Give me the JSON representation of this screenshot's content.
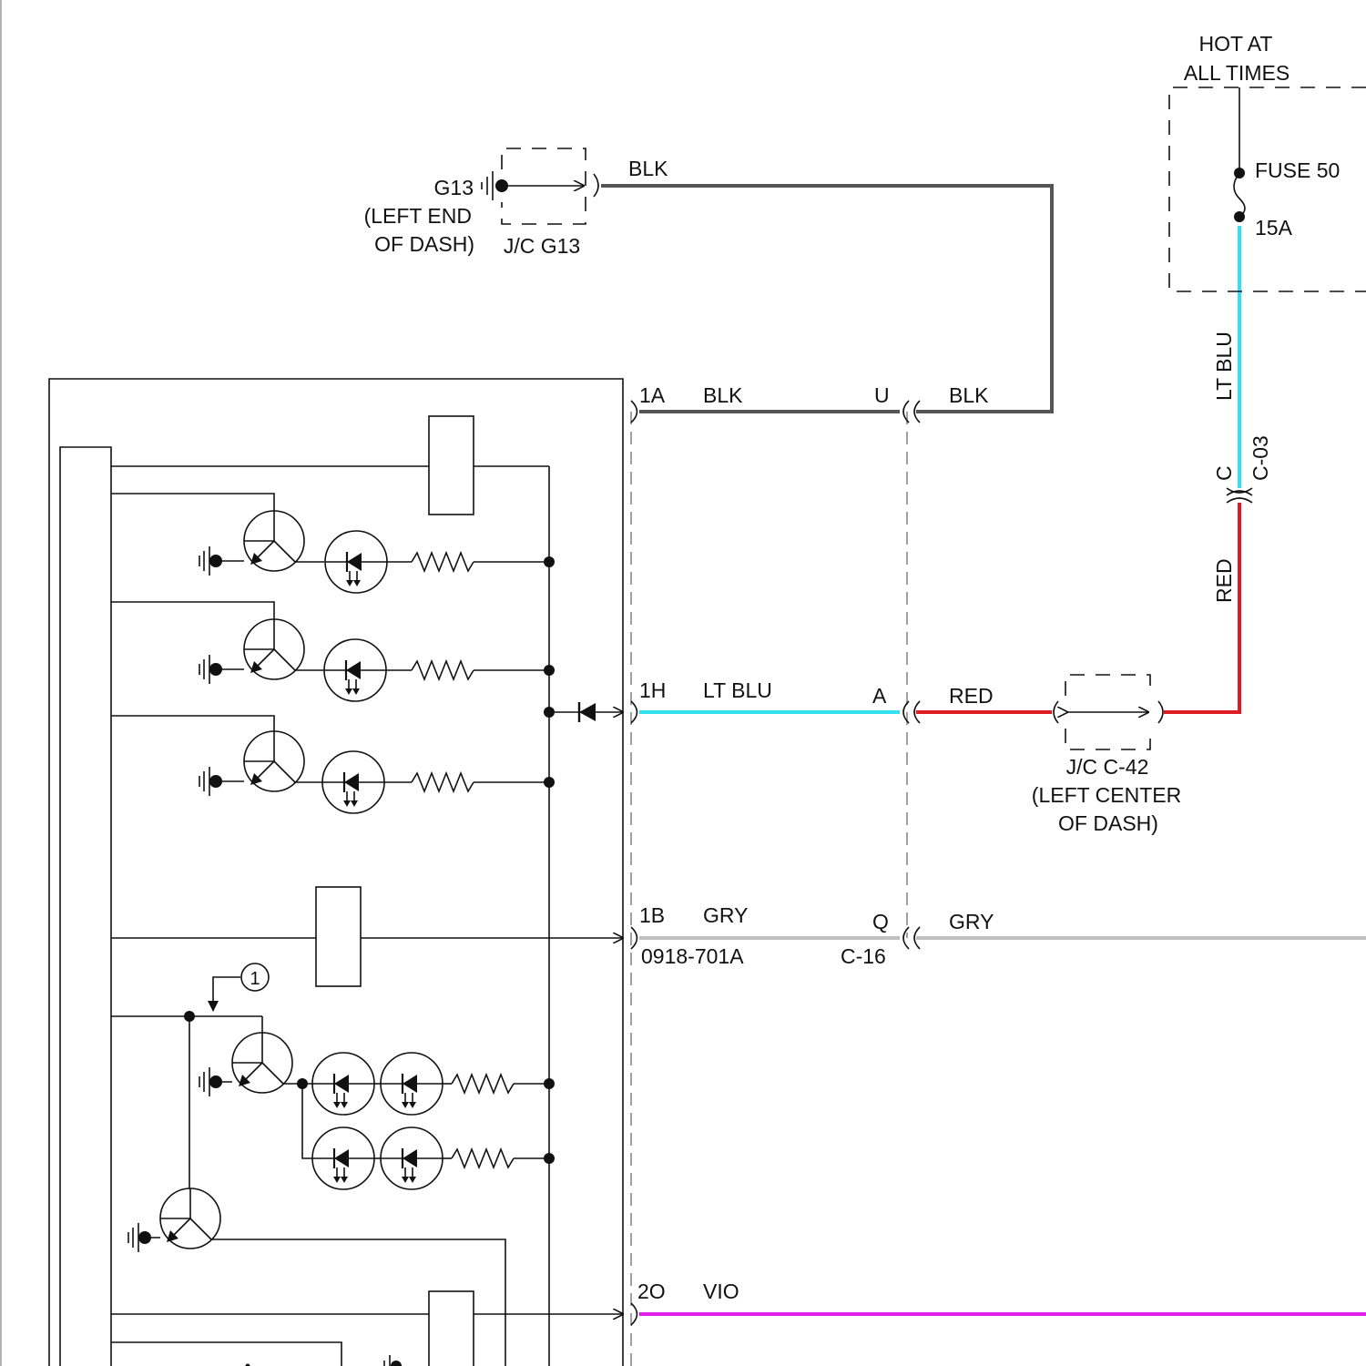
{
  "colors": {
    "blk": "#555555",
    "lt_blu": "#33e0f0",
    "red": "#e01b24",
    "gry": "#c0c0c0",
    "vio": "#e020e8",
    "line": "#111111"
  },
  "labels": {
    "hot_line1": "HOT AT",
    "hot_line2": "ALL TIMES",
    "fuse_name": "FUSE 50",
    "fuse_rating": "15A",
    "g13": "G13",
    "g13_loc1": "(LEFT END",
    "g13_loc2": "OF DASH)",
    "jc_g13": "J/C G13",
    "blk_top": "BLK",
    "pin_1a": "1A",
    "blk_1a": "BLK",
    "pin_u": "U",
    "blk_right": "BLK",
    "lt_blu_vert": "LT BLU",
    "pin_c": "C",
    "conn_c03": "C-03",
    "red_vert": "RED",
    "pin_1h": "1H",
    "lt_blu_1h": "LT BLU",
    "pin_a": "A",
    "red_a": "RED",
    "jc_c42": "J/C C-42",
    "jc_c42_loc1": "(LEFT CENTER",
    "jc_c42_loc2": "OF DASH)",
    "pin_1b": "1B",
    "gry_1b": "GRY",
    "pin_q": "Q",
    "gry_right": "GRY",
    "part_no": "0918-701A",
    "conn_c16": "C-16",
    "callout_1": "1",
    "pin_2o": "2O",
    "vio_2o": "VIO"
  },
  "icons": {
    "fuse": "fuse-icon",
    "ground": "ground-icon",
    "transistor": "transistor-icon",
    "led": "led-icon",
    "resistor": "resistor-icon",
    "diode": "diode-icon",
    "connector": "connector-icon"
  }
}
